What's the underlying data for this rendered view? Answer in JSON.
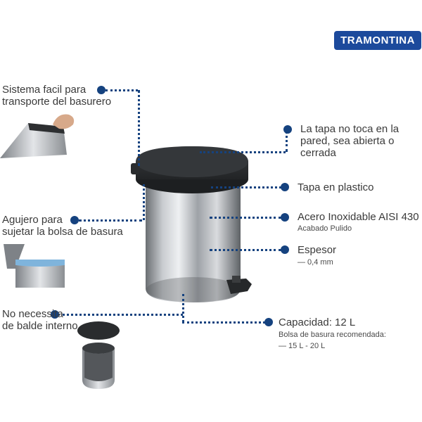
{
  "brand": {
    "name": "TRAMONTINA",
    "color": "#1c4a9c"
  },
  "accent_color": "#15427f",
  "callouts": {
    "transport": {
      "line1": "Sistema facil para",
      "line2": "transporte del basurero"
    },
    "bag_hole": {
      "line1": "Agujero para",
      "line2": "sujetar la bolsa de basura"
    },
    "no_bucket": {
      "line1": "No necessita",
      "line2": "de balde interno"
    },
    "lid_wall": {
      "line1": "La tapa no toca en la",
      "line2": "pared, sea abierta o",
      "line3": "cerrada"
    },
    "lid_material": {
      "label": "Tapa en plastico"
    },
    "steel": {
      "label": "Acero Inoxidable AISI 430",
      "note": "Acabado Pulido"
    },
    "thickness": {
      "label": "Espesor",
      "note": "— 0,4 mm"
    },
    "capacity": {
      "label": "Capacidad: 12 L",
      "note1": "Bolsa de basura recomendada:",
      "note2": "— 15 L - 20 L"
    }
  }
}
